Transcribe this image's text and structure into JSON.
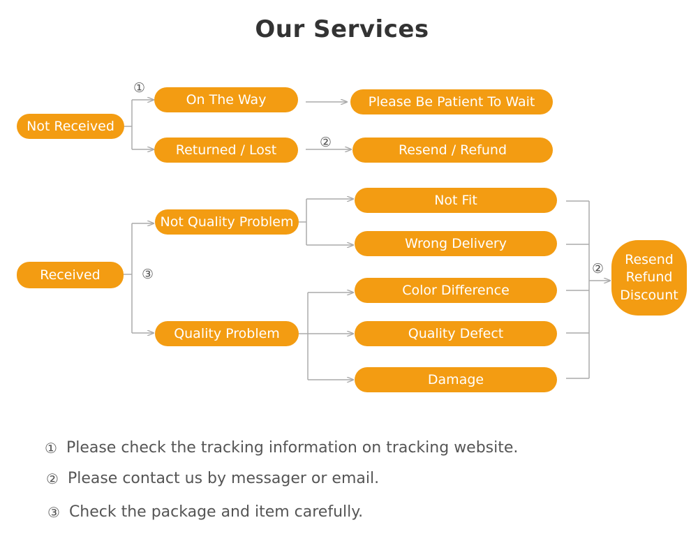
{
  "title": "Our Services",
  "colors": {
    "node": "#f39c12",
    "line": "#aaaaaa",
    "text": "#555555"
  },
  "nodes": {
    "not_received": "Not Received",
    "on_the_way": "On The Way",
    "please_wait": "Please Be Patient To Wait",
    "returned_lost": "Returned / Lost",
    "resend_refund": "Resend / Refund",
    "received": "Received",
    "not_quality_problem": "Not Quality Problem",
    "quality_problem": "Quality Problem",
    "not_fit": "Not Fit",
    "wrong_delivery": "Wrong Delivery",
    "color_difference": "Color Difference",
    "quality_defect": "Quality Defect",
    "damage": "Damage",
    "outcome": [
      "Resend",
      "Refund",
      "Discount"
    ]
  },
  "markers": {
    "m1": "①",
    "m2": "②",
    "m3": "③"
  },
  "notes": [
    {
      "num": "①",
      "text": "Please check the tracking information on tracking website."
    },
    {
      "num": "②",
      "text": "Please contact us by messager or email."
    },
    {
      "num": "③",
      "text": "Check the package and item carefully."
    }
  ]
}
